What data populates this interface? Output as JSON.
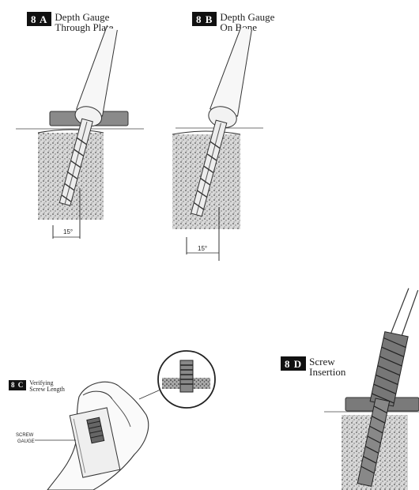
{
  "panels": [
    {
      "id": "8A",
      "badge": "8 A",
      "caption_line1": "Depth Gauge",
      "caption_line2": "Through Plate",
      "angle": "15°"
    },
    {
      "id": "8B",
      "badge": "8 B",
      "caption_line1": "Depth Gauge",
      "caption_line2": "On Bone",
      "angle": "15°"
    },
    {
      "id": "8C",
      "badge": "8 C",
      "caption_line1": "Verifying",
      "caption_line2": "Screw Length",
      "gauge_line1": "SCREW",
      "gauge_line2": "GAUGE"
    },
    {
      "id": "8D",
      "badge": "8 D",
      "caption_line1": "Screw",
      "caption_line2": "Insertion"
    }
  ],
  "colors": {
    "badge_bg": "#111111",
    "badge_text": "#ffffff",
    "ink": "#1a1a1a",
    "bone": "#9a9a9a",
    "plate": "#7a7a7a"
  }
}
